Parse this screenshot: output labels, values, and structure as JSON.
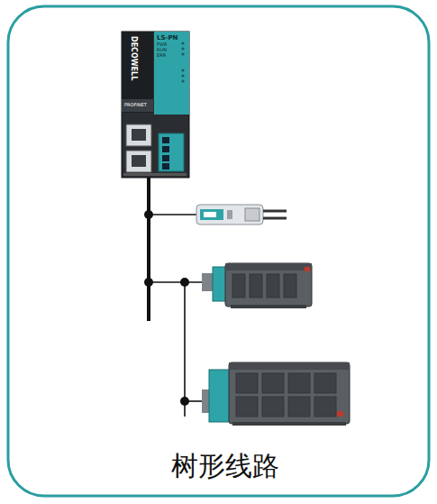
{
  "diagram": {
    "caption": "树形线路",
    "labels": [
      "DECOWELL",
      "LS-PN",
      "PWR",
      "RUN",
      "ERR",
      "PROFINET"
    ]
  }
}
